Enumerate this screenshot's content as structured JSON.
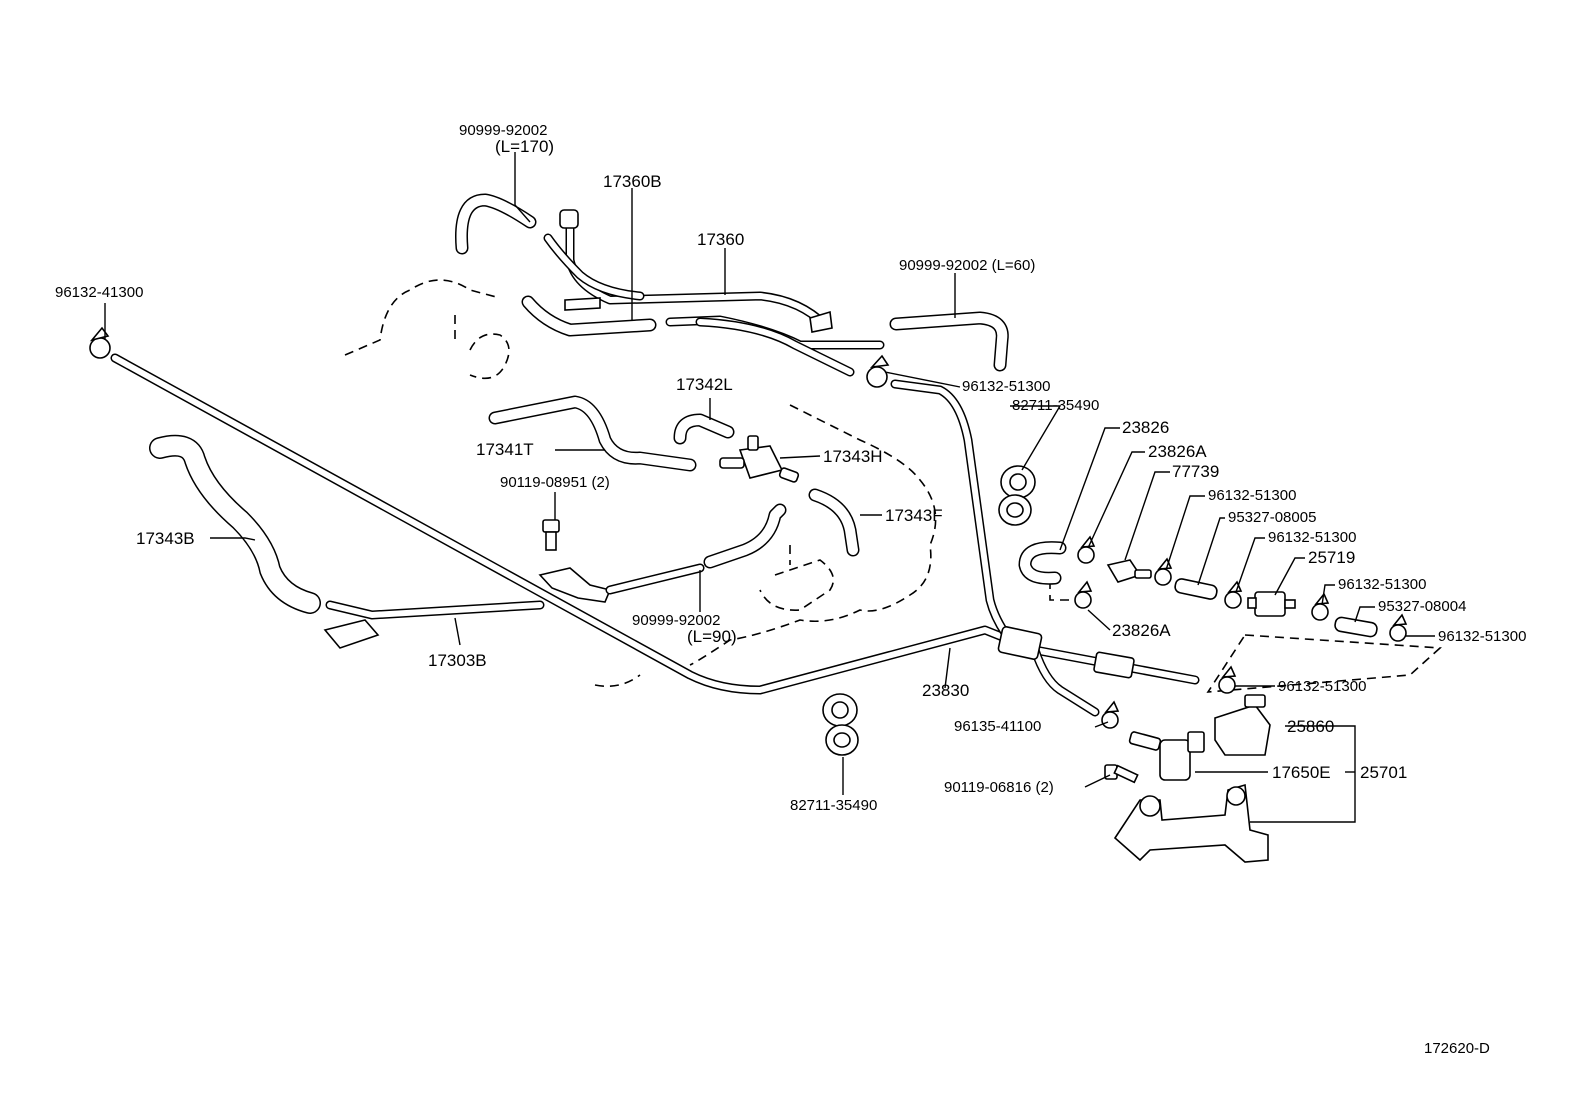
{
  "diagram_id": "172620-D",
  "labels": {
    "hose_90999_92002_l170_code": "90999-92002",
    "hose_90999_92002_l170_len": "(L=170)",
    "pipe_17360B": "17360B",
    "pipe_17360": "17360",
    "hose_90999_92002_l60": "90999-92002 (L=60)",
    "clamp_96132_41300": "96132-41300",
    "clamp_96132_51300_top": "96132-51300",
    "clamp_82711_35490_top": "82711-35490",
    "hose_17342L": "17342L",
    "hose_17341T": "17341T",
    "valve_17343H": "17343H",
    "hose_17343F": "17343F",
    "bolt_90119_08951": "90119-08951 (2)",
    "hose_17343B": "17343B",
    "pipe_17303B": "17303B",
    "hose_90999_92002_l90_code": "90999-92002",
    "hose_90999_92002_l90_len": "(L=90)",
    "pipe_23830": "23830",
    "clamp_82711_35490_bottom": "82711-35490",
    "hose_23826": "23826",
    "hose_23826A_top": "23826A",
    "part_77739": "77739",
    "clamp_96132_51300_a": "96132-51300",
    "hose_95327_08005": "95327-08005",
    "clamp_96132_51300_b": "96132-51300",
    "filter_25719": "25719",
    "clamp_96132_51300_c": "96132-51300",
    "hose_95327_08004": "95327-08004",
    "clamp_96132_51300_d": "96132-51300",
    "hose_23826A_bottom": "23826A",
    "clamp_96132_51300_e": "96132-51300",
    "clamp_96135_41100": "96135-41100",
    "valve_25860": "25860",
    "valve_17650E": "17650E",
    "assy_25701": "25701",
    "bolt_90119_06816": "90119-06816 (2)"
  }
}
